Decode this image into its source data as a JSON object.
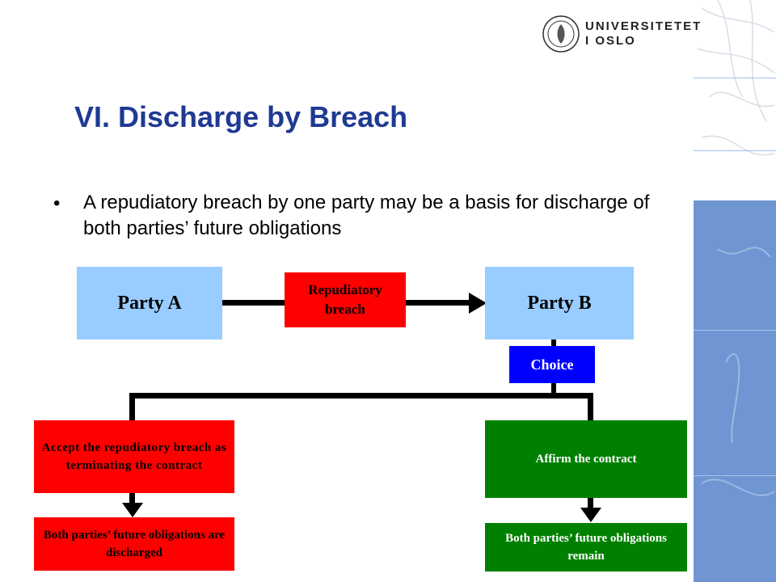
{
  "logo": {
    "line1": "UNIVERSITETET",
    "line2": "I OSLO"
  },
  "slide": {
    "title": "VI. Discharge by Breach",
    "bullet": "A repudiatory breach by one party may be a basis for discharge of both parties’ future obligations"
  },
  "diagram": {
    "party_a": "Party A",
    "party_b": "Party B",
    "repudiatory_breach": "Repudiatory breach",
    "choice": "Choice",
    "accept": "Accept the repudiatory breach as terminating the contract",
    "affirm": "Affirm the contract",
    "discharged": "Both parties’ future obligations are discharged",
    "remain": "Both parties’ future obligations remain"
  },
  "colors": {
    "title": "#1f3a93",
    "party_box": "#99ccff",
    "red_box": "#ff0000",
    "green_box": "#008000",
    "choice_box": "#0000ff",
    "sidebar_blue": "#6f96d2"
  }
}
